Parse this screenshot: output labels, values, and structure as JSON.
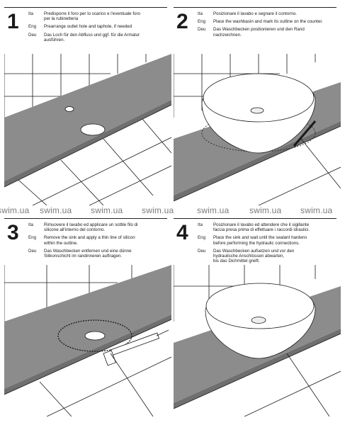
{
  "steps": [
    {
      "number": "1",
      "lines": [
        {
          "lang": "Ita",
          "text": "Predisporre il foro per lo scarico e l'eventuale foro\nper la rubinetteria"
        },
        {
          "lang": "Eng",
          "text": "Prearrange outlet hole and taphole, if needed"
        },
        {
          "lang": "Deu",
          "text": "Das Loch für den Abfluss und ggf. für die Armatur\nausführen."
        }
      ]
    },
    {
      "number": "2",
      "lines": [
        {
          "lang": "Ita",
          "text": "Posizionare il lavabo e segnare il contorno."
        },
        {
          "lang": "Eng",
          "text": "Place the washbasin and mark its outline on the counter."
        },
        {
          "lang": "Deu",
          "text": "Das Waschbecken positionieren und den Rand\nnachzeichnen."
        }
      ]
    },
    {
      "number": "3",
      "lines": [
        {
          "lang": "Ita",
          "text": "Rimuovere il lavabo ed applicare un sottile filo di\nsilicone all'interno del contorno."
        },
        {
          "lang": "Eng",
          "text": "Remove the sink and apply a thin line of silicon\nwithin the outline."
        },
        {
          "lang": "Deu",
          "text": "Das Waschbecken entfernen und eine dünne\nSilikonschicht im randinneren auftragen."
        }
      ]
    },
    {
      "number": "4",
      "lines": [
        {
          "lang": "Ita",
          "text": "Posizionare il lavabo ed attendere che il sigillante\nfaccia presa prima di effettuare i raccordi idraulici."
        },
        {
          "lang": "Eng",
          "text": "Place the sink and wait until the sealant hardens\nbefore performing the hydraulic connections."
        },
        {
          "lang": "Deu",
          "text": "Das Waschbecken aufsetzen und vor den\nhydraulische Anschlüssen abwarten,\nbis das Dichmittel greift."
        }
      ]
    }
  ],
  "watermark": [
    "swim.ua",
    "swim.ua",
    "swim.ua",
    "swim.ua",
    "swim.ua",
    "swim.ua",
    "swim.ua"
  ],
  "colors": {
    "counter": "#8c8c8c",
    "counter_edge": "#6f6f6f",
    "line": "#1a1a1a",
    "tile_bg": "#ffffff"
  }
}
